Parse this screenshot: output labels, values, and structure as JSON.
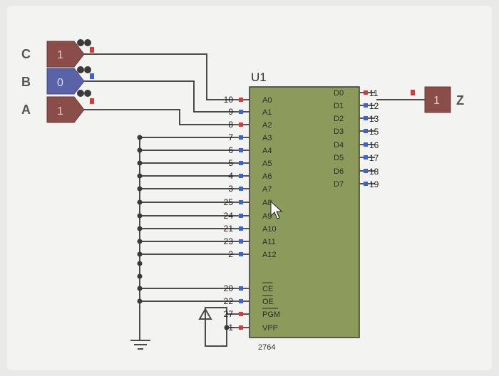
{
  "chip": {
    "ref": "U1",
    "part": "2764",
    "left_pins": [
      {
        "num": "10",
        "name": "A0",
        "state": "red"
      },
      {
        "num": "9",
        "name": "A1",
        "state": "blue"
      },
      {
        "num": "8",
        "name": "A2",
        "state": "red"
      },
      {
        "num": "7",
        "name": "A3",
        "state": "blue"
      },
      {
        "num": "6",
        "name": "A4",
        "state": "blue"
      },
      {
        "num": "5",
        "name": "A5",
        "state": "blue"
      },
      {
        "num": "4",
        "name": "A6",
        "state": "blue"
      },
      {
        "num": "3",
        "name": "A7",
        "state": "blue"
      },
      {
        "num": "25",
        "name": "A8",
        "state": "blue"
      },
      {
        "num": "24",
        "name": "A9",
        "state": "blue"
      },
      {
        "num": "21",
        "name": "A10",
        "state": "blue"
      },
      {
        "num": "23",
        "name": "A11",
        "state": "blue"
      },
      {
        "num": "2",
        "name": "A12",
        "state": "blue"
      },
      {
        "num": "20",
        "name": "CE",
        "state": "blue",
        "overbar": true
      },
      {
        "num": "22",
        "name": "OE",
        "state": "blue",
        "overbar": true
      },
      {
        "num": "27",
        "name": "PGM",
        "state": "red",
        "overbar": true
      },
      {
        "num": "1",
        "name": "VPP",
        "state": "red"
      }
    ],
    "right_pins": [
      {
        "num": "11",
        "name": "D0",
        "state": "red"
      },
      {
        "num": "12",
        "name": "D1",
        "state": "blue"
      },
      {
        "num": "13",
        "name": "D2",
        "state": "blue"
      },
      {
        "num": "15",
        "name": "D3",
        "state": "blue"
      },
      {
        "num": "16",
        "name": "D4",
        "state": "blue"
      },
      {
        "num": "17",
        "name": "D5",
        "state": "blue"
      },
      {
        "num": "18",
        "name": "D6",
        "state": "blue"
      },
      {
        "num": "19",
        "name": "D7",
        "state": "blue"
      }
    ]
  },
  "inputs": [
    {
      "label": "C",
      "value": "1",
      "color": "#8a4d47"
    },
    {
      "label": "B",
      "value": "0",
      "color": "#5a62a8"
    },
    {
      "label": "A",
      "value": "1",
      "color": "#8a4d47"
    }
  ],
  "output": {
    "label": "Z",
    "value": "1"
  },
  "colors": {
    "high": "#d83a3a",
    "low": "#3a63d8",
    "chip": "#8c9a5c"
  }
}
